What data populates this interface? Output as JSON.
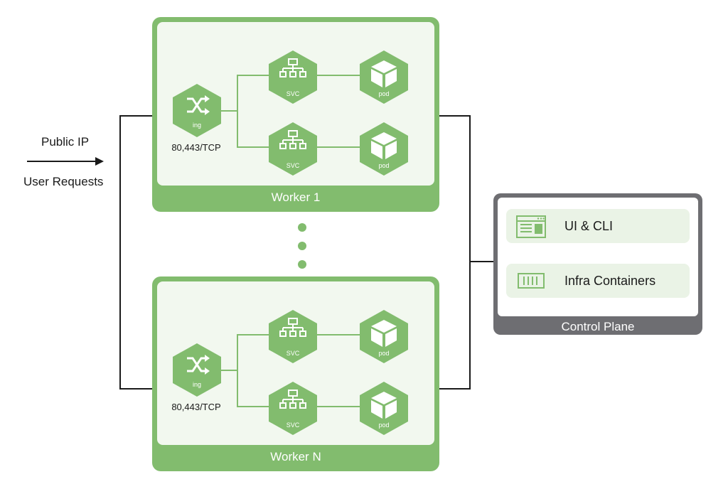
{
  "inbound": {
    "top_label": "Public IP",
    "bottom_label": "User Requests"
  },
  "workers": [
    {
      "title": "Worker 1",
      "ingress": {
        "label": "ing",
        "port": "80,443/TCP"
      },
      "services": [
        {
          "svc_label": "SVC",
          "pod_label": "pod"
        },
        {
          "svc_label": "SVC",
          "pod_label": "pod"
        }
      ]
    },
    {
      "title": "Worker N",
      "ingress": {
        "label": "ing",
        "port": "80,443/TCP"
      },
      "services": [
        {
          "svc_label": "SVC",
          "pod_label": "pod"
        },
        {
          "svc_label": "SVC",
          "pod_label": "pod"
        }
      ]
    }
  ],
  "control_plane": {
    "title": "Control Plane",
    "items": [
      {
        "label": "UI & CLI",
        "icon": "browser-window-icon"
      },
      {
        "label": "Infra Containers",
        "icon": "container-icon"
      }
    ]
  },
  "colors": {
    "green": "#82bc6e",
    "green_light": "#f2f8ef",
    "control_gray": "#6e6e72",
    "item_bg": "#eaf3e6"
  }
}
